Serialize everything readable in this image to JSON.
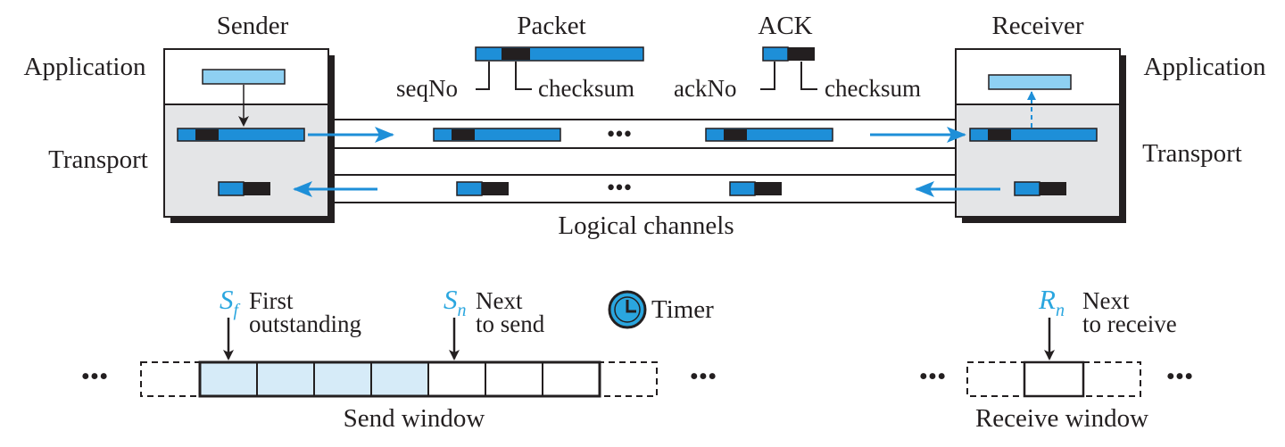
{
  "colors": {
    "blue": "#1e8fd8",
    "light_blue": "#8ed0f2",
    "pale_blue": "#d6ebf8",
    "dark": "#231f20",
    "panel_gray": "#e4e5e7",
    "accent_text": "#2aa6df"
  },
  "sender": {
    "title": "Sender",
    "application_label": "Application",
    "transport_label": "Transport"
  },
  "receiver": {
    "title": "Receiver",
    "application_label": "Application",
    "transport_label": "Transport"
  },
  "packet": {
    "title": "Packet",
    "seq_label": "seqNo",
    "checksum_label": "checksum"
  },
  "ack": {
    "title": "ACK",
    "ack_label": "ackNo",
    "checksum_label": "checksum"
  },
  "channels": {
    "label": "Logical channels",
    "ellipsis": "•••"
  },
  "send_window": {
    "label": "Send window",
    "sf_symbol": "S",
    "sf_sub": "f",
    "sf_line1": "First",
    "sf_line2": "outstanding",
    "sn_symbol": "S",
    "sn_sub": "n",
    "sn_line1": "Next",
    "sn_line2": "to send",
    "ellipsis": "•••",
    "outstanding_slots": 4,
    "free_slots": 3
  },
  "timer": {
    "label": "Timer",
    "icon": "clock-icon"
  },
  "receive_window": {
    "label": "Receive window",
    "rn_symbol": "R",
    "rn_sub": "n",
    "rn_line1": "Next",
    "rn_line2": "to receive",
    "ellipsis": "•••"
  }
}
